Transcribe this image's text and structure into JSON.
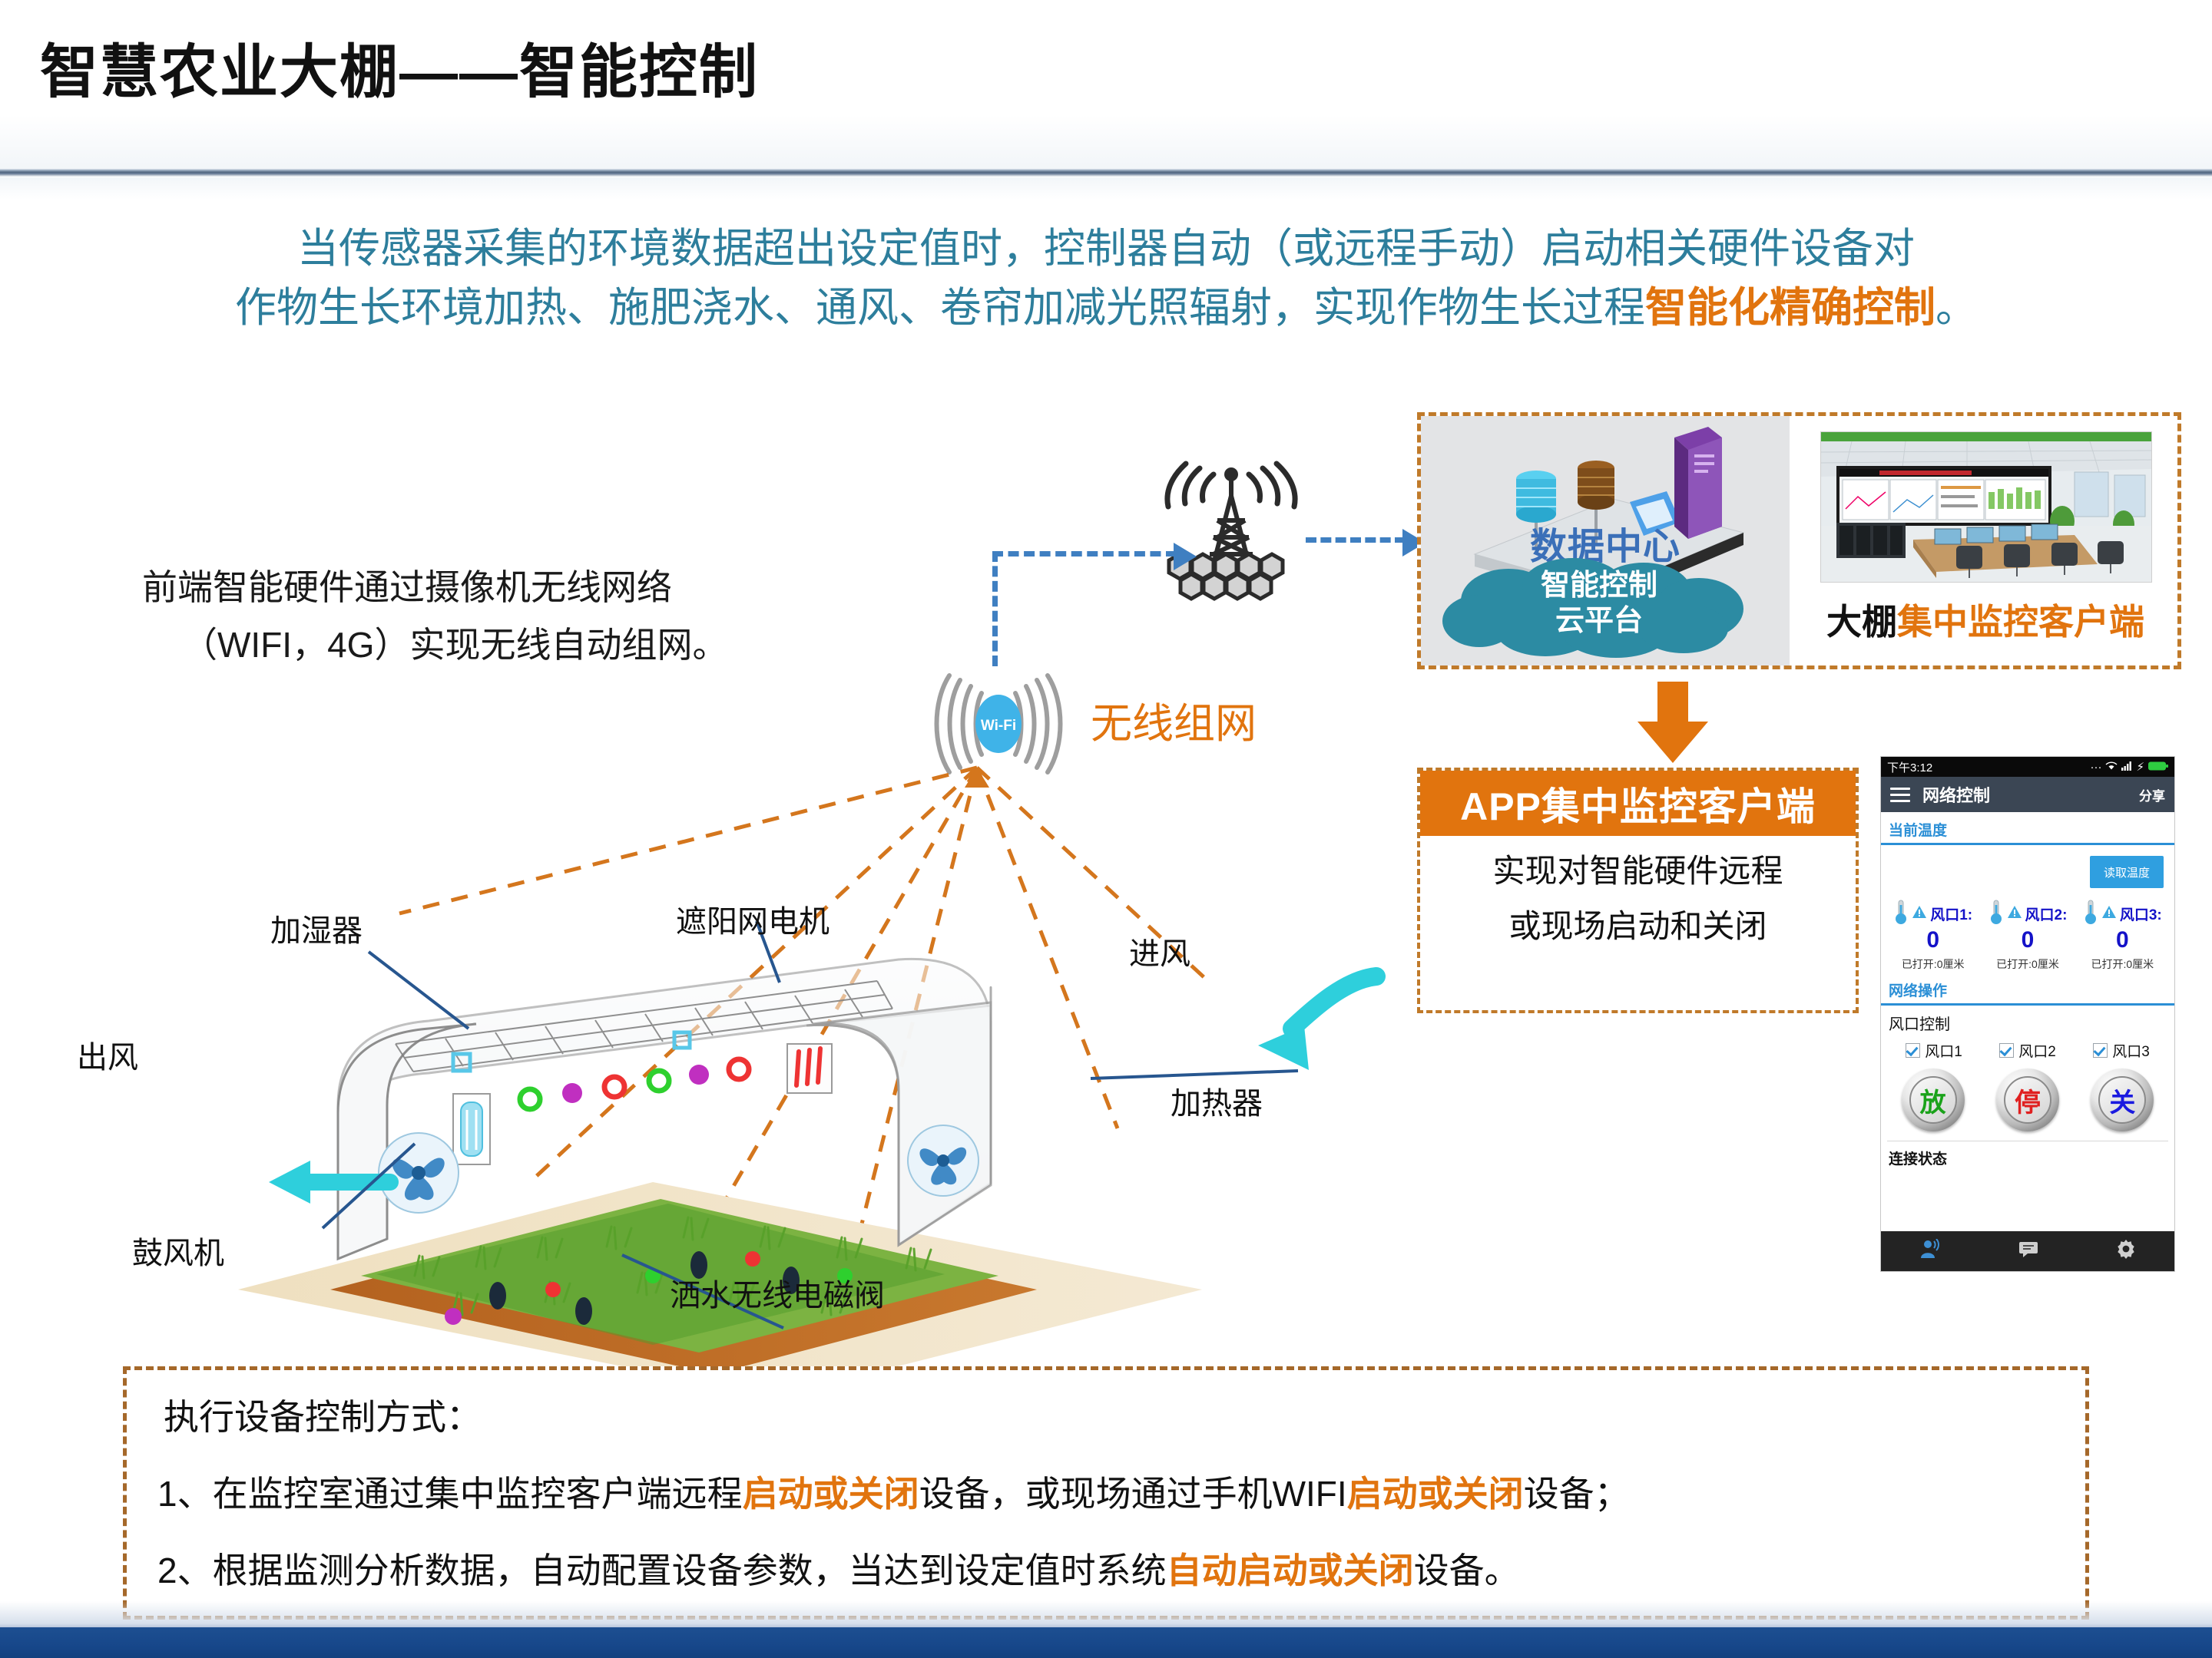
{
  "page": {
    "title": "智慧农业大棚——智能控制"
  },
  "intro": {
    "line1_a": "当传感器采集的环境数据超出设定值时，控制器自动（或远程手动）启动相关硬件设备对",
    "line2_a": "作物生长环境加热、施肥浇水、通风、卷帘加减光照辐射，实现作物生长过程",
    "line2_hl": "智能化精确控制",
    "line2_b": "。"
  },
  "left_note": {
    "line1": "前端智能硬件通过摄像机无线网络",
    "line2": "（WIFI，4G）实现无线自动组网。"
  },
  "network": {
    "wifi_badge": "Wi-Fi",
    "wireless_label": "无线组网",
    "tower_icon": "cell-tower-icon"
  },
  "greenhouse": {
    "labels": {
      "humidifier": "加湿器",
      "shade_net_motor": "遮阳网电机",
      "air_in": "进风",
      "air_out": "出风",
      "heater": "加热器",
      "blower": "鼓风机",
      "sprinkler_valve": "洒水无线电磁阀"
    }
  },
  "data_center": {
    "title": "数据中心",
    "cloud_line1": "智能控制",
    "cloud_line2": "云平台",
    "client_prefix": "大棚",
    "client_highlight": "集中监控客户端"
  },
  "app_box": {
    "header": "APP集中监控客户端",
    "body_line1": "实现对智能硬件远程",
    "body_line2": "或现场启动和关闭"
  },
  "phone": {
    "status_time": "下午3:12",
    "status_icons": "··· 📶 ▮ ⚡",
    "app_title": "网络控制",
    "share_label": "分享",
    "section_temp": "当前温度",
    "read_temp_button": "读取温度",
    "vents": [
      {
        "name": "风口1:",
        "value": "0",
        "sub": "已打开:0厘米"
      },
      {
        "name": "风口2:",
        "value": "0",
        "sub": "已打开:0厘米"
      },
      {
        "name": "风口3:",
        "value": "0",
        "sub": "已打开:0厘米"
      }
    ],
    "section_net_ops": "网络操作",
    "vent_control_label": "风口控制",
    "checkboxes": [
      "风口1",
      "风口2",
      "风口3"
    ],
    "knobs": [
      {
        "label": "放",
        "color": "#1aa21a"
      },
      {
        "label": "停",
        "color": "#e02020"
      },
      {
        "label": "关",
        "color": "#1a1ae0"
      }
    ],
    "conn_status_label": "连接状态",
    "nav_icons": [
      "person-broadcast-icon",
      "message-icon",
      "gear-icon"
    ]
  },
  "bottom_box": {
    "heading": "执行设备控制方式：",
    "item1_a": "1、在监控室通过集中监控客户端远程",
    "item1_hl1": "启动或关闭",
    "item1_b": "设备，或现场通过手机WIFI",
    "item1_hl2": "启动或关闭",
    "item1_c": "设备；",
    "item2_a": "2、根据监测分析数据，自动配置设备参数，当达到设定值时系统",
    "item2_hl": "自动启动或关闭",
    "item2_b": "设备。"
  },
  "colors": {
    "accent_orange": "#e1740e",
    "intro_teal": "#2d7e9c",
    "footer_blue": "#1d4f91",
    "cloud_teal": "#2c8ba3",
    "dashed_brown": "#c07a2a"
  }
}
